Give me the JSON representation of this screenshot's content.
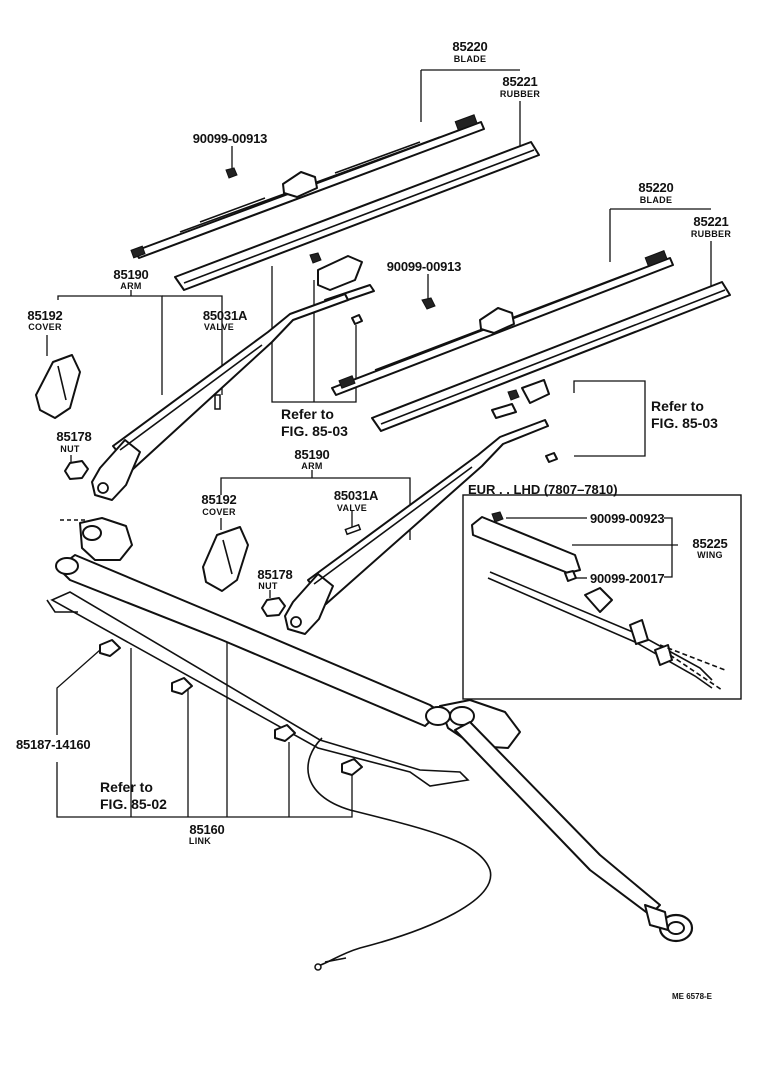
{
  "labels": {
    "blade_top_code": "85220",
    "blade_top_name": "BLADE",
    "rubber_top_code": "85221",
    "rubber_top_name": "RUBBER",
    "screw_top": "90099-00913",
    "blade_mid_code": "85220",
    "blade_mid_name": "BLADE",
    "rubber_mid_code": "85221",
    "rubber_mid_name": "RUBBER",
    "screw_mid": "90099-00913",
    "arm_left_code": "85190",
    "arm_left_name": "ARM",
    "cover_left_code": "85192",
    "cover_left_name": "COVER",
    "valve_left_code": "85031A",
    "valve_left_name": "VALVE",
    "ref_left": "Refer to\nFIG. 85-03",
    "ref_right": "Refer to\nFIG. 85-03",
    "nut_left_code": "85178",
    "nut_left_name": "NUT",
    "arm_right_code": "85190",
    "arm_right_name": "ARM",
    "cover_right_code": "85192",
    "cover_right_name": "COVER",
    "valve_right_code": "85031A",
    "valve_right_name": "VALVE",
    "nut_right_code": "85178",
    "nut_right_name": "NUT",
    "clip_code": "85187-14160",
    "ref_link": "Refer to\nFIG. 85-02",
    "link_code": "85160",
    "link_name": "LINK",
    "figure_code": "ME 6578-E"
  },
  "inset": {
    "title": "EUR . . LHD (7807–7810)",
    "screw_a": "90099-00923",
    "screw_b": "90099-20017",
    "wing_code": "85225",
    "wing_name": "WING"
  }
}
